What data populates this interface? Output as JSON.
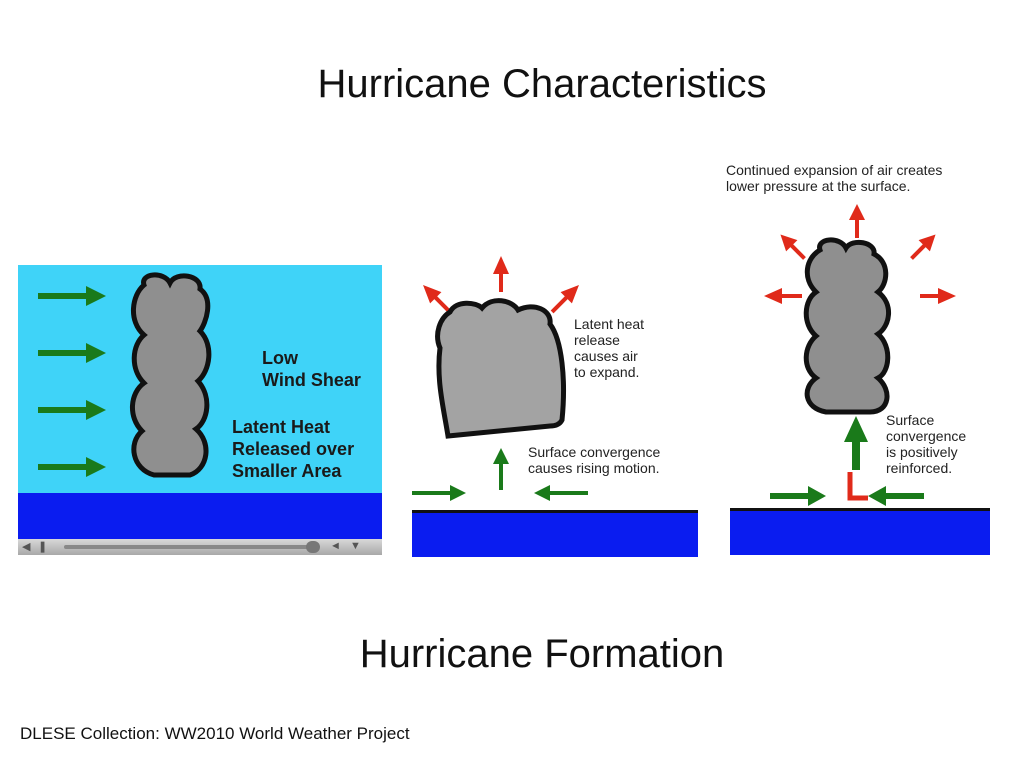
{
  "slide": {
    "title": "Hurricane Characteristics",
    "subtitle": "Hurricane Formation",
    "footer": "DLESE Collection:  WW2010 World Weather Project"
  },
  "panel1": {
    "label_low_line1": "Low",
    "label_low_line2": "Wind Shear",
    "label_heat_line1": "Latent Heat",
    "label_heat_line2": "Released over",
    "label_heat_line3": "Smaller Area",
    "colors": {
      "sky": "#3fd3f8",
      "ocean": "#0a1cf0",
      "arrow": "#1a7a1a",
      "marker": "#d04a4a"
    },
    "icons": [
      "play-icon",
      "pause-icon",
      "slider-thumb-icon",
      "volume-icon",
      "menu-icon"
    ]
  },
  "panel2": {
    "caption_top_line1": "Latent heat",
    "caption_top_line2": "release",
    "caption_top_line3": "causes air",
    "caption_top_line4": "to expand.",
    "caption_bottom_line1": "Surface convergence",
    "caption_bottom_line2": "causes rising motion."
  },
  "panel3": {
    "caption_top_line1": "Continued expansion of air creates",
    "caption_top_line2": "lower pressure at the surface.",
    "caption_side_line1": "Surface",
    "caption_side_line2": "convergence",
    "caption_side_line3": "is positively",
    "caption_side_line4": "reinforced.",
    "low_marker": "L"
  }
}
